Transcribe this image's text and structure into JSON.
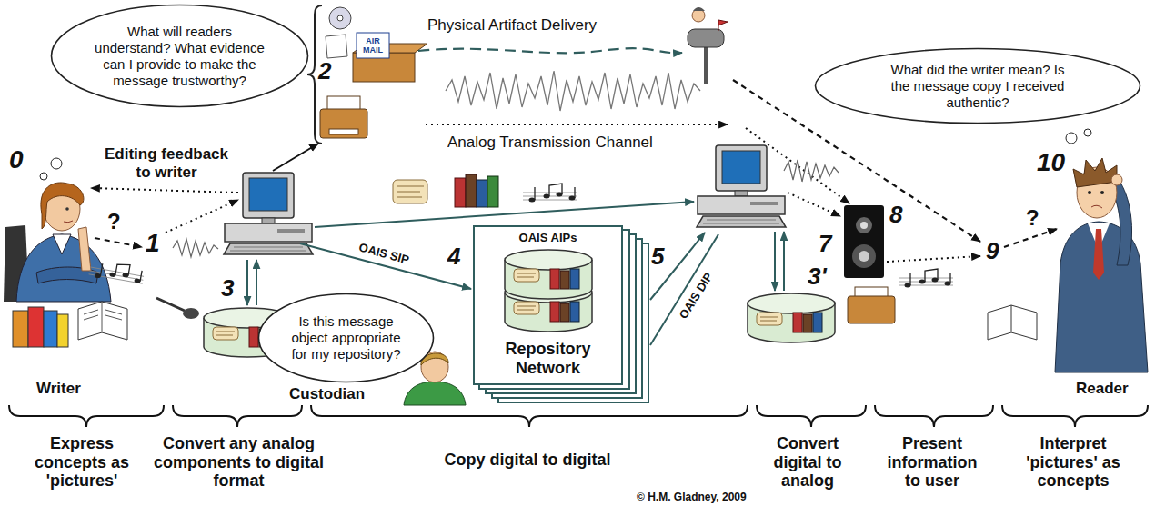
{
  "diagram": {
    "nodes": [
      {
        "text": [
          "What will readers understand? What evidence can I provide to make the message trustworthy?"
        ]
      },
      {
        "text": [
          "What did the writer mean? Is the message copy I received authentic?"
        ]
      },
      {
        "text": [
          "Is this message object appropriate for my repository?"
        ]
      },
      {
        "text": [
          "OAIS AIPs",
          "Repository Network"
        ]
      }
    ],
    "labels": [
      "0",
      "Editing feedback to writer",
      "?",
      "1",
      "2",
      "AIR MAIL",
      "Physical Artifact Delivery",
      "Analog Transmission Channel",
      "3",
      "OAIS SIP",
      "4",
      "5",
      "OAIS DIP",
      "3'",
      "7",
      "8",
      "9",
      "?",
      "10",
      "Writer",
      "Custodian",
      "Reader",
      "Express concepts as 'pictures'",
      "Convert any analog components to digital format",
      "Copy digital to digital",
      "Convert digital to analog",
      "Present information to user",
      "Interpret 'pictures' as concepts",
      "© H.M. Gladney, 2009"
    ]
  }
}
